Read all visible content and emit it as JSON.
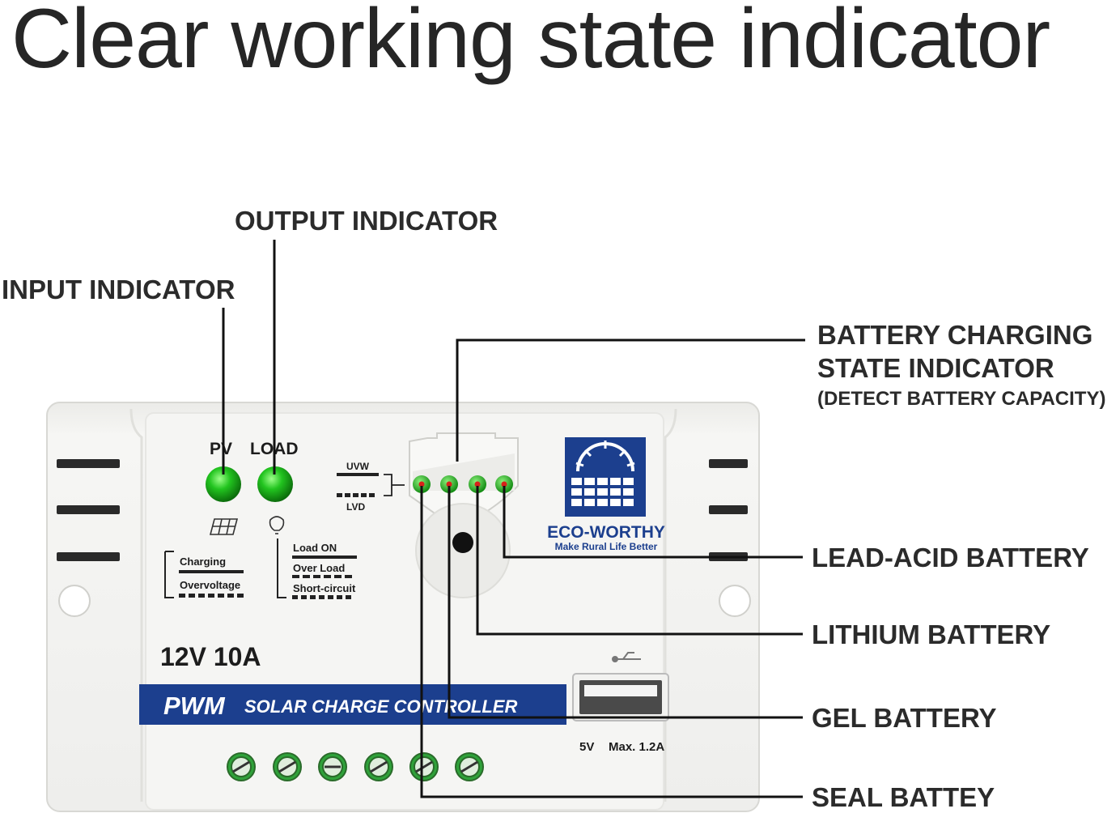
{
  "title": "Clear working state indicator",
  "callouts": {
    "output_indicator": "OUTPUT INDICATOR",
    "input_indicator": "INPUT INDICATOR",
    "battery_charging_line1": "BATTERY CHARGING",
    "battery_charging_line2": "STATE INDICATOR",
    "battery_charging_note": "(DETECT BATTERY CAPACITY)",
    "lead_acid": "LEAD-ACID BATTERY",
    "lithium": "LITHIUM BATTERY",
    "gel": "GEL BATTERY",
    "seal": "SEAL BATTEY"
  },
  "device": {
    "pv_label": "PV",
    "load_label": "LOAD",
    "charging": "Charging",
    "overvoltage": "Overvoltage",
    "load_on": "Load ON",
    "over_load": "Over Load",
    "short_circuit": "Short-circuit",
    "uvw": "UVW",
    "lvd": "LVD",
    "rating": "12V 10A",
    "banner_pwm": "PWM",
    "banner_text": "SOLAR CHARGE CONTROLLER",
    "usb_spec_v": "5V",
    "usb_spec_max": "Max. 1.2A",
    "brand": "ECO-WORTHY",
    "slogan": "Make Rural Life Better"
  },
  "colors": {
    "led_green": "#1fb21f",
    "led_dot_red": "#d8221a",
    "brand_blue": "#1c3f8e",
    "case_white": "#f3f3f1",
    "leader_line": "#111111"
  }
}
